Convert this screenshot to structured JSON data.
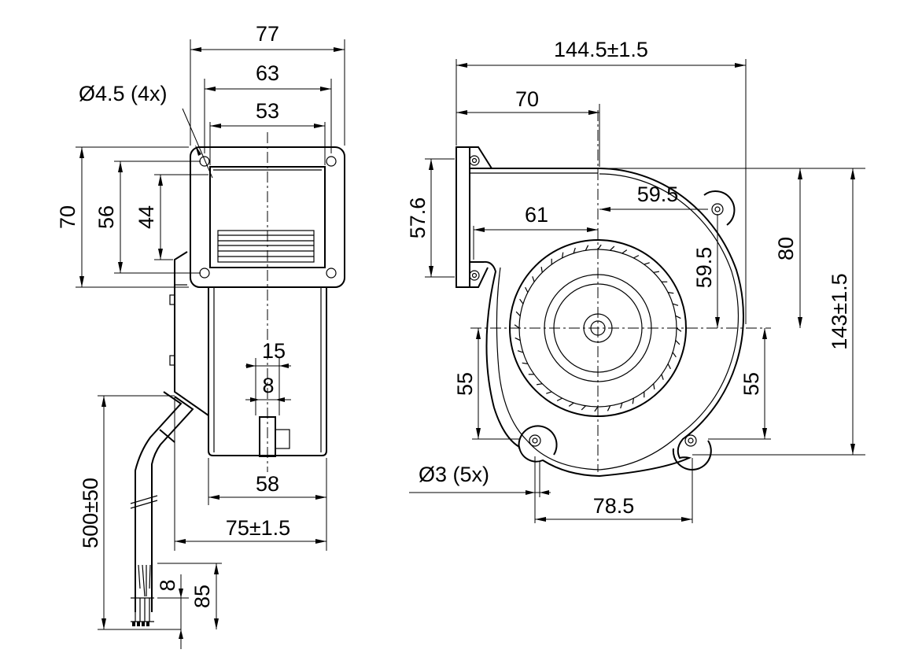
{
  "drawing": {
    "side_view": {
      "dims": {
        "width_flange": "77",
        "hole_spacing": "63",
        "outlet_width": "53",
        "hole_note": "Ø4.5 (4x)",
        "flange_height": "70",
        "hole_spacing_v": "56",
        "outlet_height": "44",
        "conn_width": "15",
        "conn_offset": "8",
        "body_width": "58",
        "depth": "75±1.5",
        "cable_length": "500±50",
        "wire_strip": "8",
        "wire_lead": "85"
      }
    },
    "front_view": {
      "dims": {
        "overall_width": "144.5±1.5",
        "outlet_offset": "70",
        "outlet_height": "57.6",
        "radius_a": "59.5",
        "outlet_to_center": "61",
        "radius_b": "59.5",
        "top_to_center": "80",
        "overall_height": "143±1.5",
        "left_lower": "55",
        "right_lower": "55",
        "hole_note": "Ø3 (5x)",
        "bottom_hole_spacing": "78.5"
      }
    }
  }
}
